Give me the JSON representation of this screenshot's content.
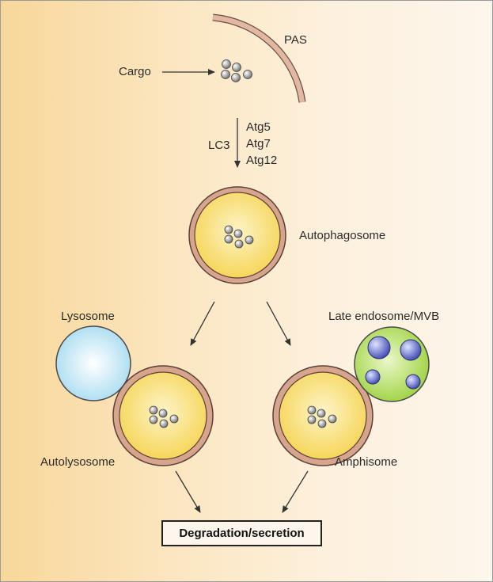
{
  "labels": {
    "pas": "PAS",
    "cargo": "Cargo",
    "lc3": "LC3",
    "atg5": "Atg5",
    "atg7": "Atg7",
    "atg12": "Atg12",
    "autophagosome": "Autophagosome",
    "lysosome": "Lysosome",
    "late_endosome": "Late endosome/MVB",
    "autolysosome": "Autolysosome",
    "amphisome": "Amphisome",
    "result": "Degradation/secretion"
  },
  "colors": {
    "membrane": "#d9a690",
    "vesicle_fill": "#f7d95a",
    "lysosome": "#b5e2f3",
    "mvb": "#a5d84a",
    "mvb_vesicle": "#5a66c6",
    "cargo_particle": "#8e8e8e",
    "arrow": "#333333"
  }
}
